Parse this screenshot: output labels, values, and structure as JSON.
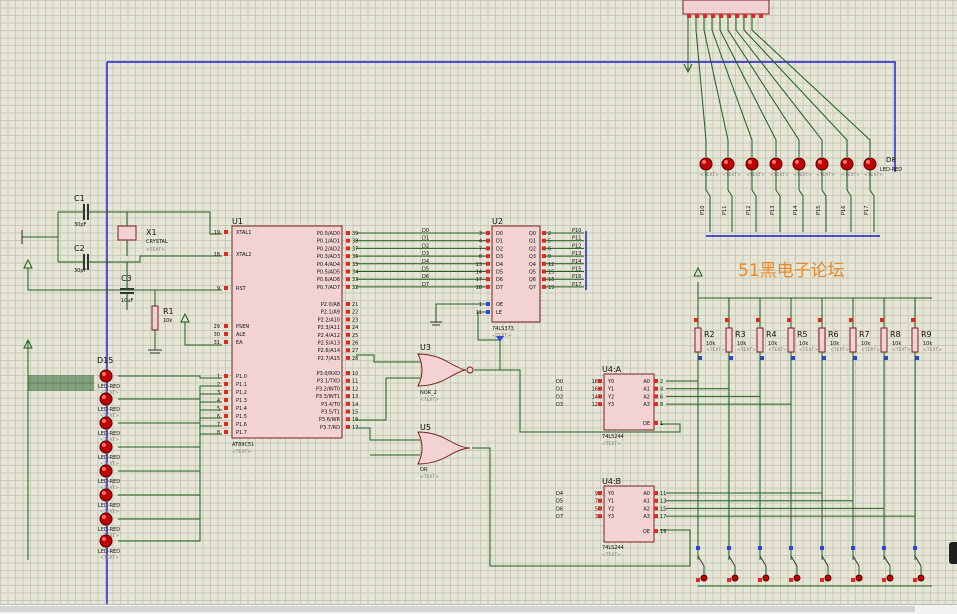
{
  "components": {
    "crystal": {
      "ref": "X1",
      "value": "CRYSTAL"
    },
    "c1": {
      "ref": "C1",
      "value": "30pF"
    },
    "c2": {
      "ref": "C2",
      "value": "30pF"
    },
    "c3": {
      "ref": "C3",
      "value": "10uF"
    },
    "r1": {
      "ref": "R1",
      "value": "10k"
    },
    "u1": {
      "ref": "U1",
      "part": "AT89C51"
    },
    "u2": {
      "ref": "U2",
      "part": "74LS373"
    },
    "u3": {
      "ref": "U3",
      "part": "NOR_2"
    },
    "u5": {
      "ref": "U5",
      "part": "OR"
    },
    "u4a": {
      "ref": "U4:A",
      "part": "74LS244"
    },
    "u4b": {
      "ref": "U4:B",
      "part": "74LS244"
    },
    "d15": {
      "ref": "D15",
      "part": "LED-RED"
    },
    "d8": {
      "ref": "D8",
      "part": "LED-RED"
    },
    "text_placeholder": "<TEXT>"
  },
  "u1_pins": {
    "left_top": [
      {
        "num": "19",
        "name": "XTAL1"
      },
      {
        "num": "18",
        "name": "XTAL2"
      },
      {
        "num": "9",
        "name": "RST"
      }
    ],
    "left_mid": [
      {
        "num": "29",
        "name": "PSEN"
      },
      {
        "num": "30",
        "name": "ALE"
      },
      {
        "num": "31",
        "name": "EA"
      }
    ],
    "left_p1": [
      {
        "num": "1",
        "name": "P1.0"
      },
      {
        "num": "2",
        "name": "P1.1"
      },
      {
        "num": "3",
        "name": "P1.2"
      },
      {
        "num": "4",
        "name": "P1.3"
      },
      {
        "num": "5",
        "name": "P1.4"
      },
      {
        "num": "6",
        "name": "P1.5"
      },
      {
        "num": "7",
        "name": "P1.6"
      },
      {
        "num": "8",
        "name": "P1.7"
      }
    ],
    "right_p0": [
      {
        "num": "39",
        "name": "P0.0/AD0"
      },
      {
        "num": "38",
        "name": "P0.1/AD1"
      },
      {
        "num": "37",
        "name": "P0.2/AD2"
      },
      {
        "num": "36",
        "name": "P0.3/AD3"
      },
      {
        "num": "35",
        "name": "P0.4/AD4"
      },
      {
        "num": "34",
        "name": "P0.5/AD5"
      },
      {
        "num": "33",
        "name": "P0.6/AD6"
      },
      {
        "num": "32",
        "name": "P0.7/AD7"
      }
    ],
    "right_p2": [
      {
        "num": "21",
        "name": "P2.0/A8"
      },
      {
        "num": "22",
        "name": "P2.1/A9"
      },
      {
        "num": "23",
        "name": "P2.2/A10"
      },
      {
        "num": "24",
        "name": "P2.3/A11"
      },
      {
        "num": "25",
        "name": "P2.4/A12"
      },
      {
        "num": "26",
        "name": "P2.5/A13"
      },
      {
        "num": "27",
        "name": "P2.6/A14"
      },
      {
        "num": "28",
        "name": "P2.7/A15"
      }
    ],
    "right_p3": [
      {
        "num": "10",
        "name": "P3.0/RXD"
      },
      {
        "num": "11",
        "name": "P3.1/TXD"
      },
      {
        "num": "12",
        "name": "P3.2/INT0"
      },
      {
        "num": "13",
        "name": "P3.3/INT1"
      },
      {
        "num": "14",
        "name": "P3.4/T0"
      },
      {
        "num": "15",
        "name": "P3.5/T1"
      },
      {
        "num": "16",
        "name": "P3.6/WR"
      },
      {
        "num": "17",
        "name": "P3.7/RD"
      }
    ]
  },
  "u2_pins": {
    "d_in": [
      {
        "num": "3",
        "name": "D0"
      },
      {
        "num": "4",
        "name": "D1"
      },
      {
        "num": "7",
        "name": "D2"
      },
      {
        "num": "8",
        "name": "D3"
      },
      {
        "num": "13",
        "name": "D4"
      },
      {
        "num": "14",
        "name": "D5"
      },
      {
        "num": "17",
        "name": "D6"
      },
      {
        "num": "18",
        "name": "D7"
      }
    ],
    "q_out": [
      {
        "num": "2",
        "name": "Q0"
      },
      {
        "num": "5",
        "name": "Q1"
      },
      {
        "num": "6",
        "name": "Q2"
      },
      {
        "num": "9",
        "name": "Q3"
      },
      {
        "num": "12",
        "name": "Q4"
      },
      {
        "num": "15",
        "name": "Q5"
      },
      {
        "num": "16",
        "name": "Q6"
      },
      {
        "num": "19",
        "name": "Q7"
      }
    ],
    "ctrl": [
      {
        "num": "1",
        "name": "OE"
      },
      {
        "num": "11",
        "name": "LE"
      }
    ],
    "net_in": [
      "D0",
      "D1",
      "D2",
      "D3",
      "D4",
      "D5",
      "D6",
      "D7"
    ],
    "net_out": [
      "P10",
      "P11",
      "P12",
      "P13",
      "P14",
      "P15",
      "P16",
      "P17"
    ]
  },
  "u4a_pins": {
    "inputs": [
      {
        "num": "18",
        "name": "Y0",
        "net": "D0"
      },
      {
        "num": "16",
        "name": "Y1",
        "net": "D1"
      },
      {
        "num": "14",
        "name": "Y2",
        "net": "D2"
      },
      {
        "num": "12",
        "name": "Y3",
        "net": "D3"
      }
    ],
    "outputs": [
      {
        "num": "2",
        "name": "A0"
      },
      {
        "num": "4",
        "name": "A1"
      },
      {
        "num": "6",
        "name": "A2"
      },
      {
        "num": "8",
        "name": "A3"
      }
    ],
    "oe": {
      "num": "1",
      "name": "OE"
    }
  },
  "u4b_pins": {
    "inputs": [
      {
        "num": "9",
        "name": "Y0",
        "net": "D4"
      },
      {
        "num": "7",
        "name": "Y1",
        "net": "D5"
      },
      {
        "num": "5",
        "name": "Y2",
        "net": "D6"
      },
      {
        "num": "3",
        "name": "Y3",
        "net": "D7"
      }
    ],
    "outputs": [
      {
        "num": "11",
        "name": "A0"
      },
      {
        "num": "13",
        "name": "A1"
      },
      {
        "num": "15",
        "name": "A2"
      },
      {
        "num": "17",
        "name": "A3"
      }
    ],
    "oe": {
      "num": "19",
      "name": "OE"
    }
  },
  "resistors": [
    {
      "ref": "R2",
      "value": "10k"
    },
    {
      "ref": "R3",
      "value": "10k"
    },
    {
      "ref": "R4",
      "value": "10k"
    },
    {
      "ref": "R5",
      "value": "10k"
    },
    {
      "ref": "R6",
      "value": "10k"
    },
    {
      "ref": "R7",
      "value": "10k"
    },
    {
      "ref": "R8",
      "value": "10k"
    },
    {
      "ref": "R9",
      "value": "10k"
    }
  ],
  "top_leds": {
    "label": "LED-RED",
    "nets": [
      "P10",
      "P11",
      "P12",
      "P13",
      "P14",
      "P15",
      "P16",
      "P17"
    ]
  },
  "watermark": "51黑电子论坛",
  "colors": {
    "background": "#e6e6d8",
    "wire": "#1f5c1f",
    "bus": "#1a1ad6",
    "component_fill": "#f2d2d2",
    "component_stroke": "#7a2020",
    "pin_red": "#e02828",
    "pin_blue": "#2848e0",
    "led_red": "#c00000",
    "watermark": "#e88a28"
  }
}
